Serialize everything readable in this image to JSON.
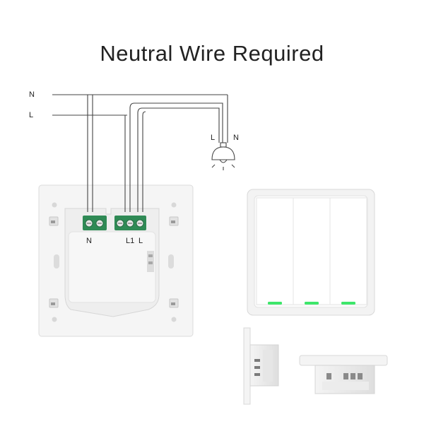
{
  "title": "Neutral Wire Required",
  "wire_labels": {
    "neutral": "N",
    "live": "L"
  },
  "lamp_labels": {
    "live": "L",
    "neutral": "N"
  },
  "terminal_labels": {
    "neutral": "N",
    "load": "L1",
    "live": "L"
  },
  "switch": {
    "gang_count": 3,
    "indicator_color": "#3ee66b"
  }
}
